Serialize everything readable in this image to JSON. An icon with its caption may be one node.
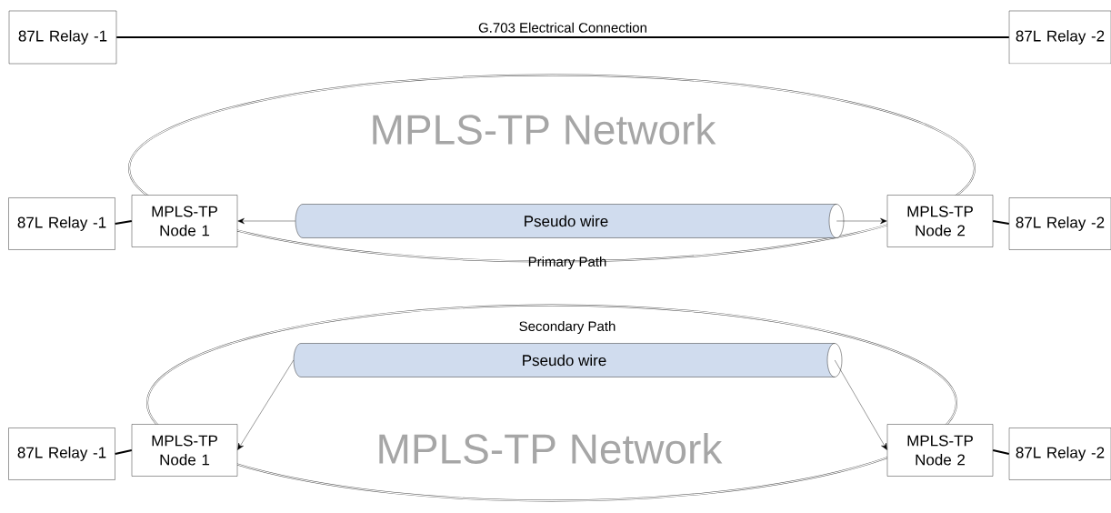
{
  "diagram": {
    "nodes": [
      {
        "text": [
          "87L Relay -1"
        ]
      },
      {
        "text": [
          "87L Relay -2"
        ]
      },
      {
        "text": [
          "MPLS-TP Network"
        ]
      },
      {
        "text": [
          "87L Relay -1"
        ]
      },
      {
        "text": [
          "MPLS-TP Node 1"
        ]
      },
      {
        "text": [
          "Pseudo wire"
        ],
        "in": 2
      },
      {
        "text": [
          "MPLS-TP Node 2"
        ]
      },
      {
        "text": [
          "87L Relay -2"
        ]
      },
      {
        "text": [
          "MPLS-TP Network"
        ]
      },
      {
        "text": [
          "Pseudo wire"
        ],
        "in": 8
      },
      {
        "text": [
          "87L Relay -1"
        ]
      },
      {
        "text": [
          "MPLS-TP Node 1"
        ]
      },
      {
        "text": [
          "MPLS-TP Node 2"
        ]
      },
      {
        "text": [
          "87L Relay -2"
        ]
      }
    ],
    "edges": [
      {
        "from": 0,
        "to": 1,
        "arrow": "none",
        "label": "G.703 Electrical Connection"
      },
      {
        "from": 3,
        "to": 4,
        "arrow": "none"
      },
      {
        "from": 5,
        "to": 4,
        "arrow": "to"
      },
      {
        "from": 5,
        "to": 6,
        "arrow": "to"
      },
      {
        "from": 6,
        "to": 7,
        "arrow": "none"
      },
      {
        "from": 9,
        "to": 11,
        "arrow": "to"
      },
      {
        "from": 9,
        "to": 12,
        "arrow": "to"
      },
      {
        "from": 10,
        "to": 11,
        "arrow": "none"
      },
      {
        "from": 12,
        "to": 13,
        "arrow": "none"
      }
    ],
    "labels": [
      "Primary Path",
      "Secondary Path"
    ]
  }
}
